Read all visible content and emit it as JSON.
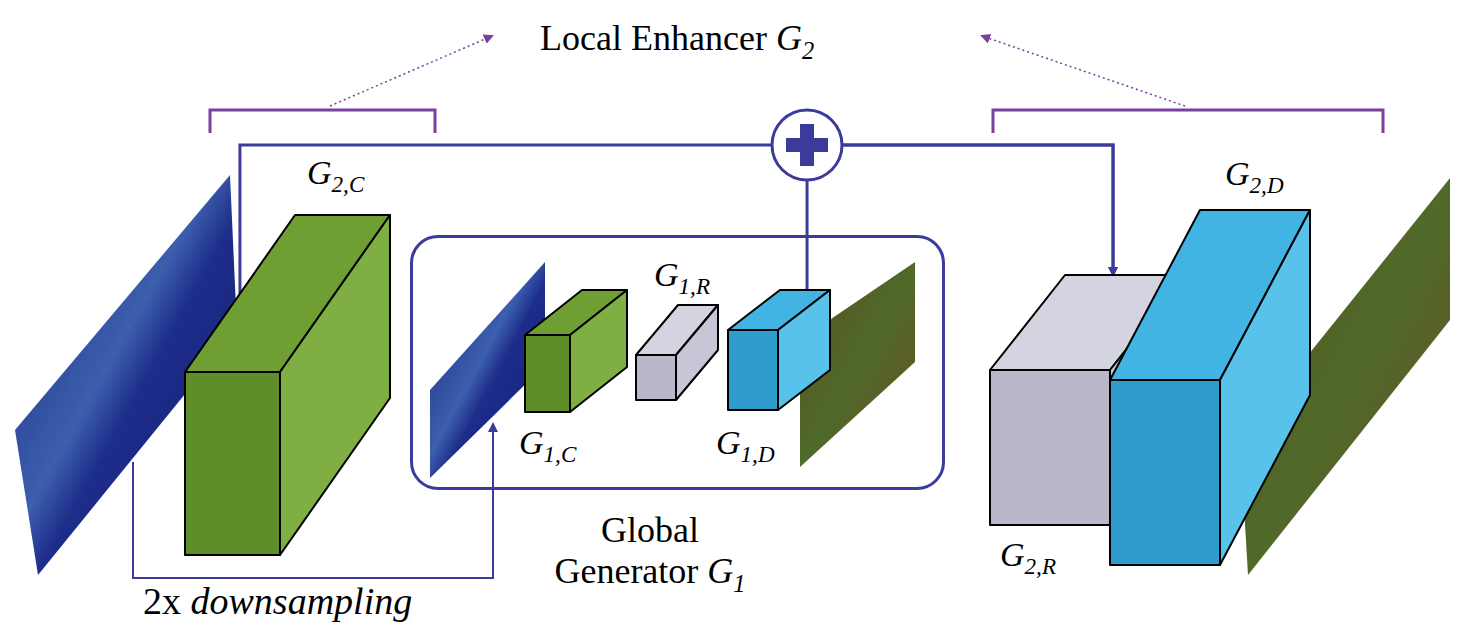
{
  "diagram": {
    "nodes": [
      {
        "text": [
          "G2,C"
        ]
      },
      {
        "text": [
          "Global Generator G1"
        ]
      },
      {
        "text": [
          "G1,C"
        ],
        "in": 1
      },
      {
        "text": [
          "G1,R"
        ],
        "in": 1
      },
      {
        "text": [
          "G1,D"
        ],
        "in": 1
      },
      {
        "text": [
          "G2,R"
        ]
      },
      {
        "text": [
          "G2,D"
        ]
      }
    ],
    "edges": [
      {
        "from": 0,
        "to": 5,
        "arrow": "to"
      },
      {
        "from": 4,
        "to": 5,
        "arrow": "to"
      }
    ],
    "labels": [
      "Local Enhancer G2",
      "2x downsampling"
    ]
  }
}
